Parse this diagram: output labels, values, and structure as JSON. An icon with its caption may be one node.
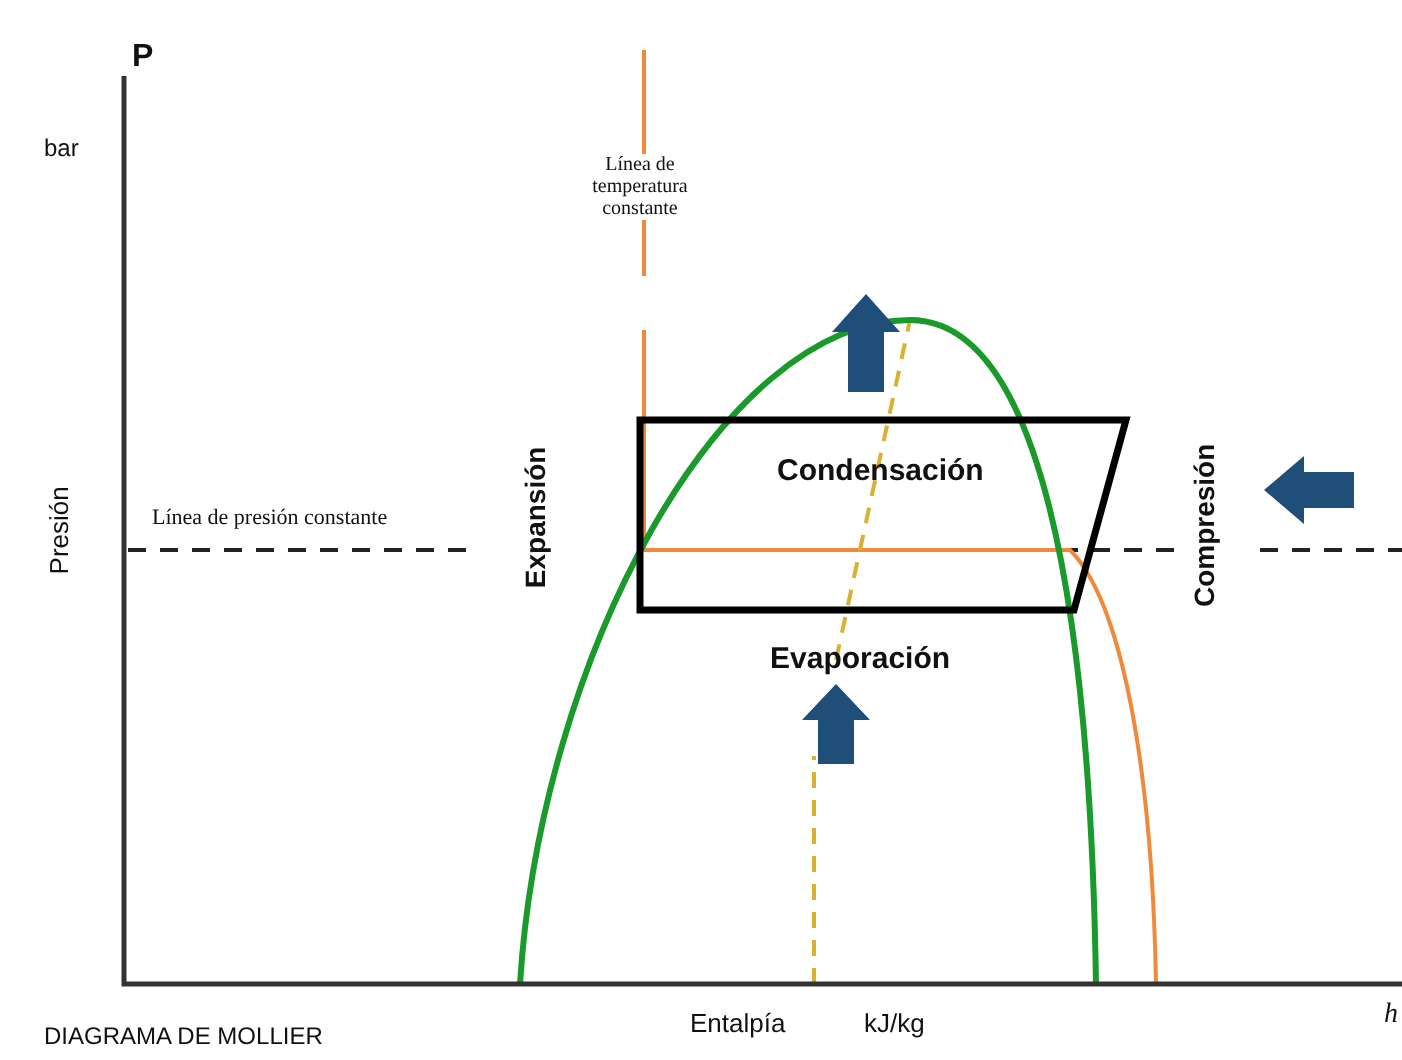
{
  "diagram": {
    "caption": "DIAGRAMA DE MOLLIER",
    "labels": [
      "P",
      "bar",
      "Línea de temperatura constante",
      "Expansión",
      "Condensación",
      "Compresión",
      "Presión",
      "Línea de presión constante",
      "Evaporación",
      "Entalpía",
      "kJ/kg",
      "h"
    ]
  }
}
